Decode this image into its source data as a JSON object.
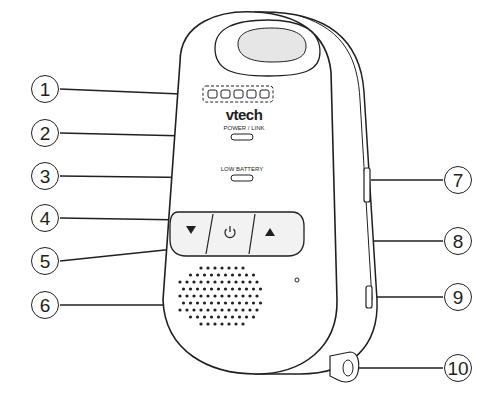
{
  "diagram": {
    "labels": [
      "1",
      "2",
      "3",
      "4",
      "5",
      "6",
      "7",
      "8",
      "9",
      "10",
      "vtech",
      "POWER / LINK",
      "LOW BATTERY"
    ]
  }
}
